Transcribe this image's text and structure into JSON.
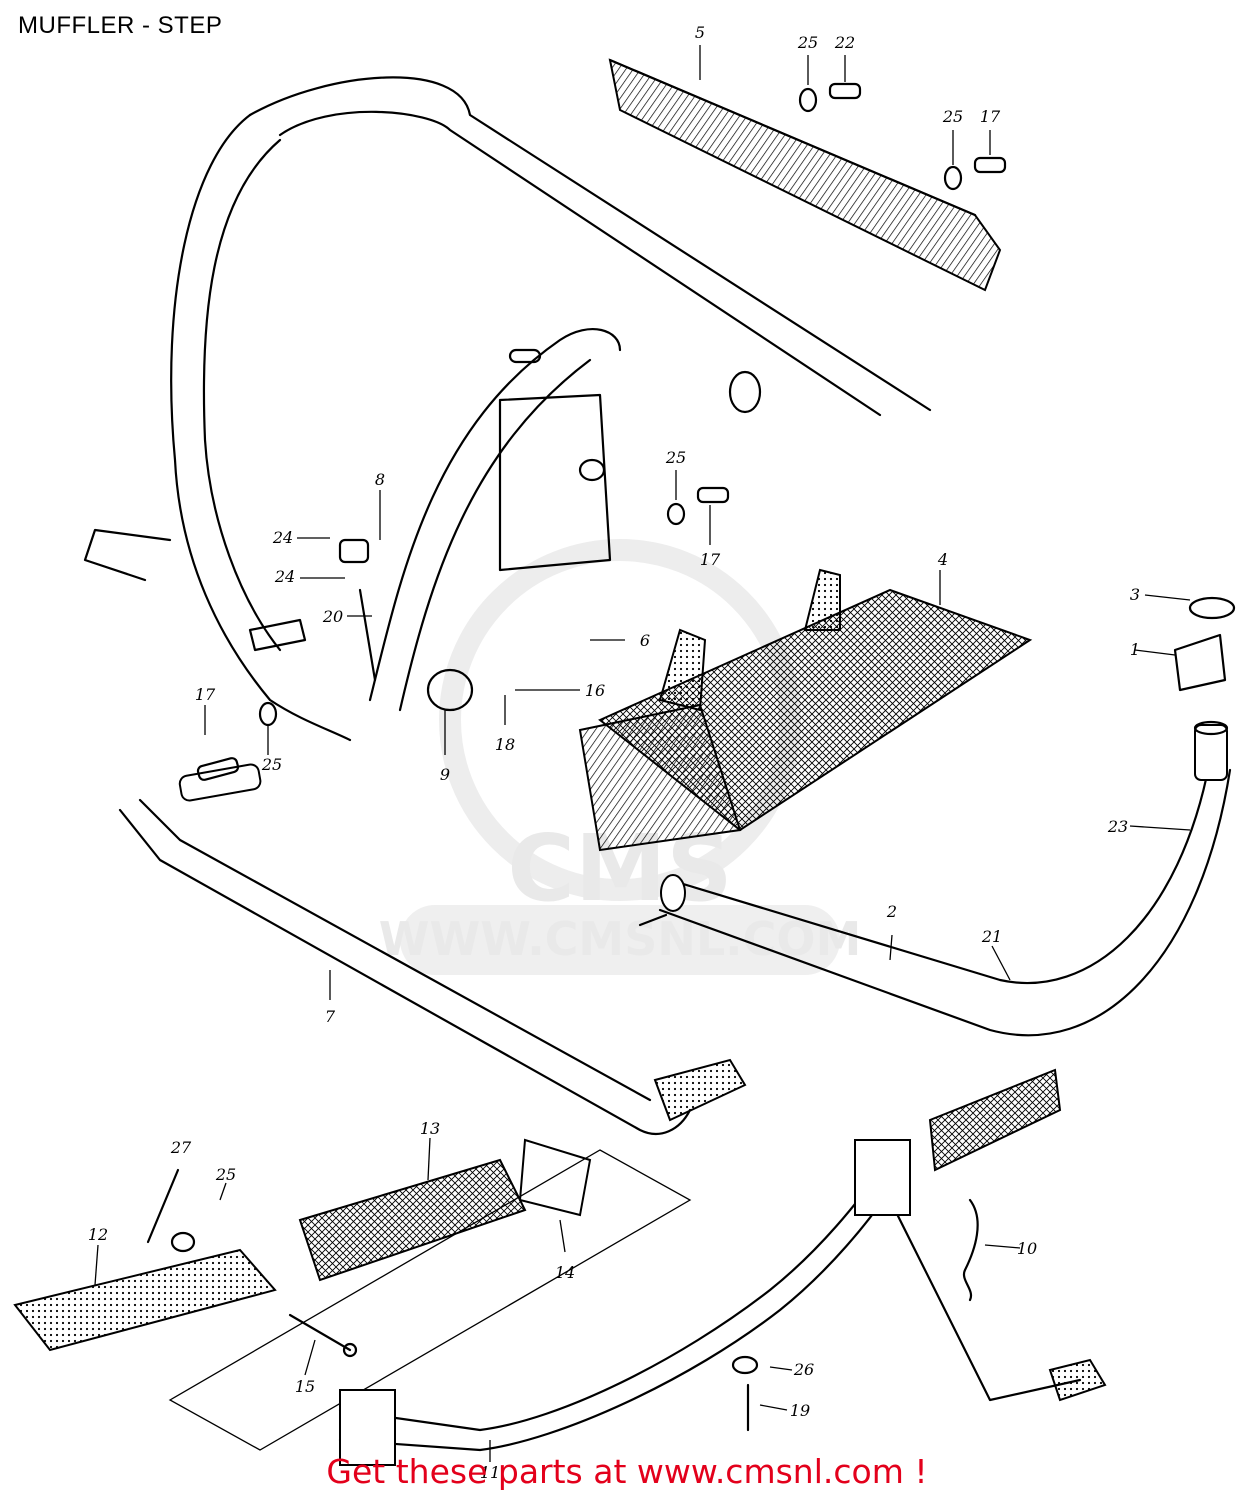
{
  "page": {
    "title": "MUFFLER - STEP",
    "footer": "Get these parts at www.cmsnl.com !",
    "watermark": "WWW.CMSNL.COM",
    "watermark_logo": "CMS"
  },
  "colors": {
    "footer_text": "#e3001b",
    "watermark": "#e9e9e9",
    "line_art": "#000000"
  },
  "callouts": [
    "5",
    "25",
    "22",
    "25",
    "17",
    "8",
    "24",
    "24",
    "20",
    "25",
    "17",
    "4",
    "3",
    "1",
    "6",
    "16",
    "18",
    "9",
    "17",
    "25",
    "23",
    "2",
    "21",
    "7",
    "13",
    "27",
    "25",
    "12",
    "14",
    "15",
    "10",
    "26",
    "19",
    "11"
  ]
}
